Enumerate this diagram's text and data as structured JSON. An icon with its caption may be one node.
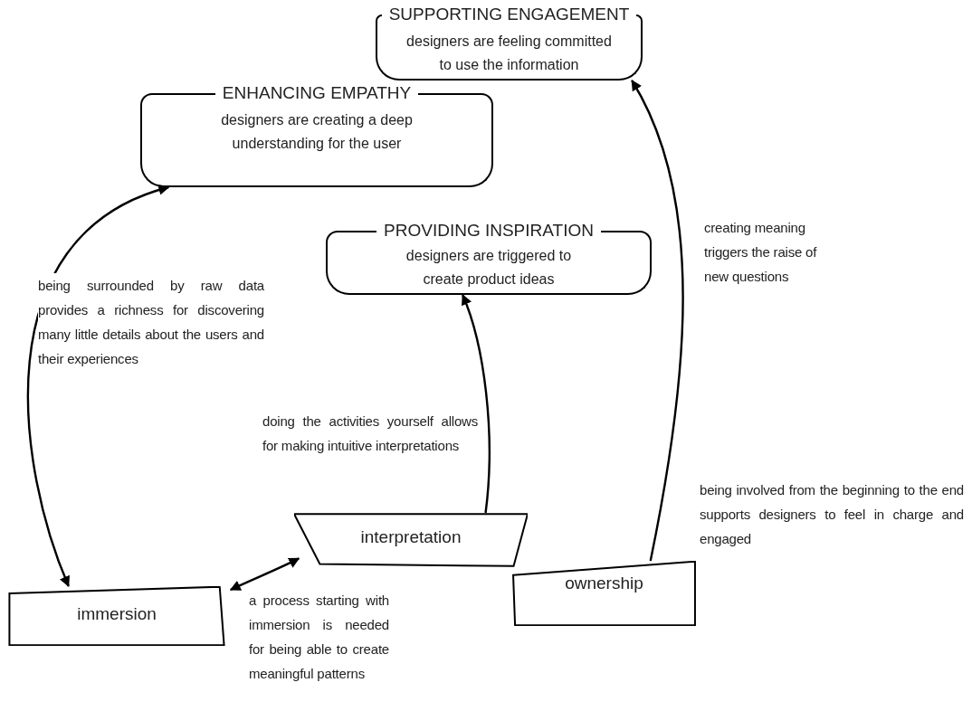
{
  "diagram": {
    "nodes": [
      {
        "text": [
          "SUPPORTING ENGAGEMENT",
          "designers are feeling committed to use the information"
        ]
      },
      {
        "text": [
          "ENHANCING EMPATHY",
          "designers are creating a deep understanding for the user"
        ]
      },
      {
        "text": [
          "PROVIDING INSPIRATION",
          "designers are triggered to create product ideas"
        ]
      },
      {
        "text": [
          "interpretation"
        ]
      },
      {
        "text": [
          "immersion"
        ]
      },
      {
        "text": [
          "ownership"
        ]
      }
    ],
    "edges": [
      {
        "from": 4,
        "to": 1,
        "arrow": "both",
        "label": "being surrounded by raw data provides a richness for discovering many little details about the users and their experiences"
      },
      {
        "from": 4,
        "to": 3,
        "arrow": "both",
        "label": "a process starting with immersion is needed for being able to create meaningful patterns"
      },
      {
        "from": 3,
        "to": 2,
        "arrow": "to",
        "label": "doing the activities yourself allows for making intuitive interpretations"
      },
      {
        "from": 5,
        "to": 0,
        "arrow": "to",
        "label": "being involved from the beginning to the end supports designers to feel in charge and engaged"
      }
    ],
    "labels": [
      "creating meaning triggers the raise of new questions"
    ]
  }
}
